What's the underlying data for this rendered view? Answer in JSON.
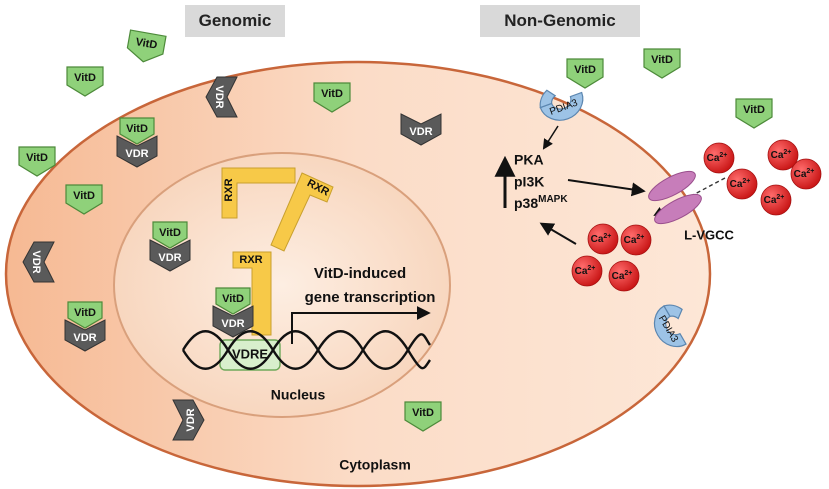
{
  "headers": {
    "genomic": "Genomic",
    "non_genomic": "Non-Genomic"
  },
  "labels": {
    "vitd": "VitD",
    "vdr": "VDR",
    "rxr": "RXR",
    "vdre": "VDRE",
    "pdia3": "PDIA3",
    "nucleus": "Nucleus",
    "cytoplasm": "Cytoplasm",
    "transcription_line1": "VitD-induced",
    "transcription_line2": "gene transcription",
    "lvgcc": "L-VGCC",
    "pka": "PKA",
    "pi3k": "pI3K",
    "p38": "p38",
    "p38_sup": "MAPK",
    "ca": "Ca",
    "ca_sup": "2+"
  },
  "colors": {
    "vitd_fill": "#8fd17a",
    "vdr_fill": "#5a5a5a",
    "rxr_fill": "#f7c948",
    "vdre_fill": "#d8efcc",
    "pdia3_fill": "#9dc3e6",
    "lvgcc_fill": "#c77dba",
    "ca_fill": "#e02828",
    "cell_fill": "#f7c7a8",
    "nucleus_fill": "#f9dcc6",
    "header_fill": "#d9d9d9"
  }
}
